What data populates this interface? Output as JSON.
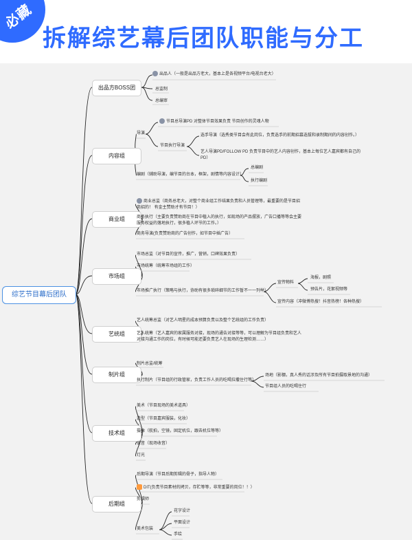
{
  "badge": "必藏",
  "title": "拆解综艺幕后团队职能与分工",
  "root": "综艺节目幕后团队",
  "branches": {
    "boss": "出品方BOSS团",
    "content": "内容组",
    "business": "商业组",
    "market": "市场组",
    "artist": "艺统组",
    "production": "制片组",
    "tech": "技术组",
    "post": "后期组"
  },
  "boss": {
    "producer": "出品人（一般是出品方老大，基本上是各视频平台/电视台老大）",
    "chief_supervisor": "总监制",
    "chief_reviewer": "总编审"
  },
  "content": {
    "chief_director": "节目总导演PD 对整体节目效果负责 节目创作的灵魂人物",
    "director": "导演",
    "segment_director": "节目执行导演",
    "casting_director": "选手导演（选秀类节目会有此岗位，负责选手的前期招募选拔和录制期间的内容创作。）",
    "artist_director": "艺人导演PD/FOLLOW PD 负责节目中的艺人内容创作，基本上每位艺人嘉宾都有自己的PD）",
    "writer": "编剧（辅助导演，编节目的台本，框架，剧情等内容设计）",
    "chief_writer": "总编剧",
    "exec_writer": "执行编剧"
  },
  "business": {
    "business_director": "商业总监（商务总老大，对整个商业组工作结果负责和人员管理等，最重要的是节目招商招的！ 有金主赞助才有节目！）",
    "business_exec": "商务执行（主要负责赞助商在节目中植入的执行，如现场的产品摆放，广告口播等等会主要服务权益的落地执行，很多植人环节的工作。）",
    "business_director2": "商务导演(负责赞助商的广告创作，如节目中插广告）"
  },
  "market": {
    "market_director": "市场总监（对节目的宣传，推广，营销，口碑效果负责）",
    "market_planner": "市场统筹（统筹市场组的工作）",
    "market_exec": "市场推广执行（策略与执行，协助有很多琐碎细节的工作暂不一一列举）",
    "promo_material": "宣传物料",
    "poster": "海报，剧照",
    "trailer": "预告片，花絮视频等",
    "promo_content": "宣传内容（冲微博热搜！抖音热榜！各种热搜）"
  },
  "artist": {
    "artist_director": "艺人统筹总监（对艺人明星的成本预算负责以及整个艺统组的工作负责）",
    "artist_planner": "艺人统筹（艺人嘉宾的家属服务对接，现场的通告对接等等，可以理解为节目组负责和艺人对接沟通工作的岗位，有时候可能还要负责艺人在现场的生理检测……）"
  },
  "production": {
    "chief_producer": "制片总监/统筹",
    "exec_producer": "执行制片（节目组的行政管家，负责工作人员的吃喝拉撒住行等）",
    "location": "场地（影棚，真人秀的话涉及所有节目拍摄取景地的沟通）",
    "accommodation": "节目组人员的吃喝住行"
  },
  "tech": {
    "art": "美术（节目现场的美术道具）",
    "styling": "造型（节目嘉宾服装，化妆）",
    "camera": "摄像（航拍，空镜，固定机位，跟去机位等等）",
    "sound": "录音（现场收音）",
    "lighting": "灯光"
  },
  "post": {
    "post_director": "后期导演（节目后期剪辑的骨子，指导人物）",
    "dit": "DIT(负责节目素材的拷贝，存贮等等，非常重要的岗位！！）",
    "editor": "剪辑师",
    "packaging": "美术包装",
    "subtitle": "花字设计",
    "graphic": "平面设计",
    "misc": "手绘"
  },
  "colors": {
    "accent": "#2f6bff",
    "root_border": "#4a90e2",
    "line": "#222222",
    "canvas": "#f2f2f2"
  },
  "icons": {
    "producer_icon": "medal-icon",
    "chief_director_icon": "medal-icon",
    "business_icon": "medal-icon",
    "dit_icon": "emoji-icon"
  }
}
